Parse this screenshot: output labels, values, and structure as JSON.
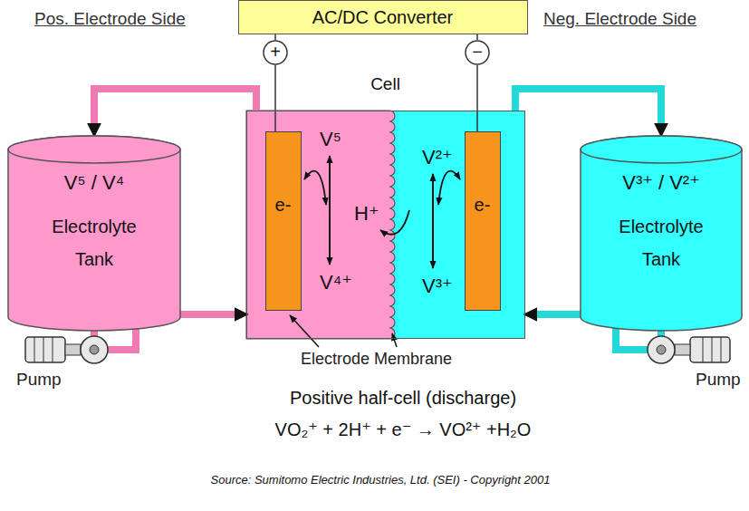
{
  "diagram": {
    "caption": "Source: Sumitomo Electric Industries, Ltd. (SEI) - Copyright 2001",
    "nodes": [
      {
        "text": [
          "AC/DC Converter"
        ]
      },
      {
        "text": [
          "+"
        ]
      },
      {
        "text": [
          "−"
        ]
      },
      {
        "text": [
          "V⁵ / V⁴",
          "Electrolyte Tank"
        ]
      },
      {
        "text": [
          "Cell"
        ]
      },
      {
        "text": [
          "V⁵",
          "V⁴⁺",
          "H⁺"
        ],
        "in": 4
      },
      {
        "text": [
          "e-"
        ],
        "in": 5
      },
      {
        "text": [
          "V²⁺",
          "V³⁺"
        ],
        "in": 4
      },
      {
        "text": [
          "e-"
        ],
        "in": 7
      },
      {
        "text": [
          "V³⁺ / V²⁺",
          "Electrolyte Tank"
        ]
      }
    ],
    "edges": [
      {
        "from": 0,
        "to": 1,
        "arrow": "none"
      },
      {
        "from": 0,
        "to": 2,
        "arrow": "none"
      },
      {
        "from": 1,
        "to": 6,
        "arrow": "none"
      },
      {
        "from": 2,
        "to": 8,
        "arrow": "none"
      },
      {
        "from": 5,
        "to": 3,
        "arrow": "to"
      },
      {
        "from": 3,
        "to": 5,
        "arrow": "to"
      },
      {
        "from": 7,
        "to": 9,
        "arrow": "to"
      },
      {
        "from": 9,
        "to": 7,
        "arrow": "to"
      }
    ],
    "labels": [
      "Pos. Electrode Side",
      "Neg. Electrode Side",
      "Electrode Membrane",
      "Pump",
      "Pump",
      "Positive half-cell (discharge)",
      "VO₂⁺ + 2H⁺ + e⁻ → VO²⁺ +H₂O"
    ]
  }
}
